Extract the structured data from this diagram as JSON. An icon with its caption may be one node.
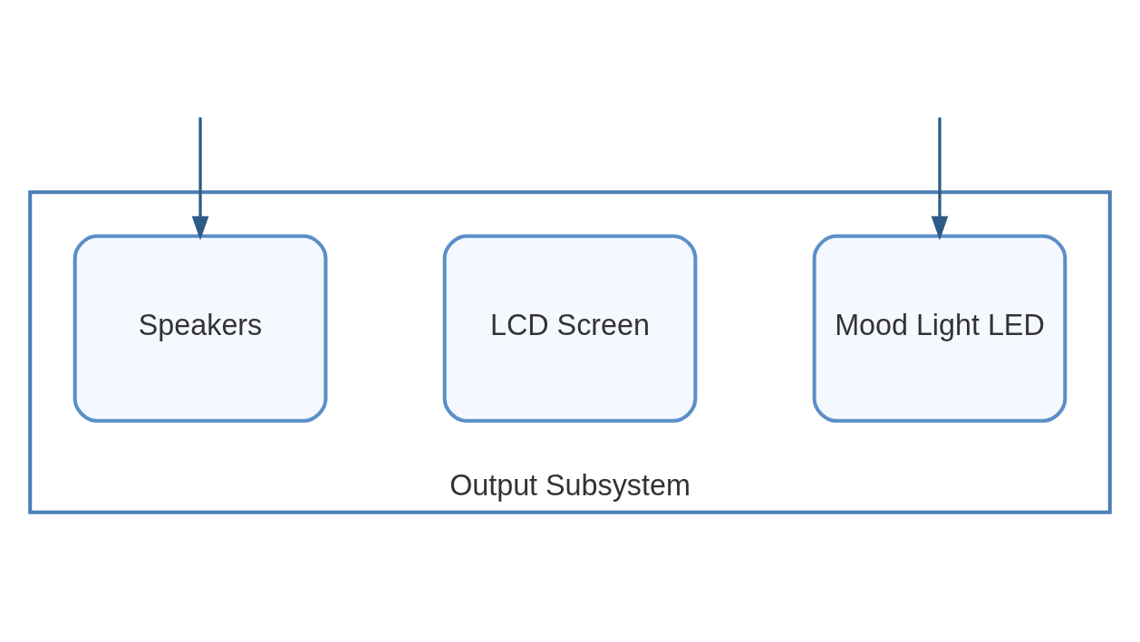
{
  "diagram": {
    "nodes": [
      {
        "text": [
          "Output Subsystem"
        ]
      },
      {
        "text": [
          "Speakers"
        ],
        "in": 0
      },
      {
        "text": [
          "LCD Screen"
        ],
        "in": 0
      },
      {
        "text": [
          "Mood Light LED"
        ],
        "in": 0
      }
    ],
    "edges": [
      {
        "from": null,
        "to": 1,
        "arrow": "to"
      },
      {
        "from": null,
        "to": 3,
        "arrow": "to"
      }
    ]
  }
}
